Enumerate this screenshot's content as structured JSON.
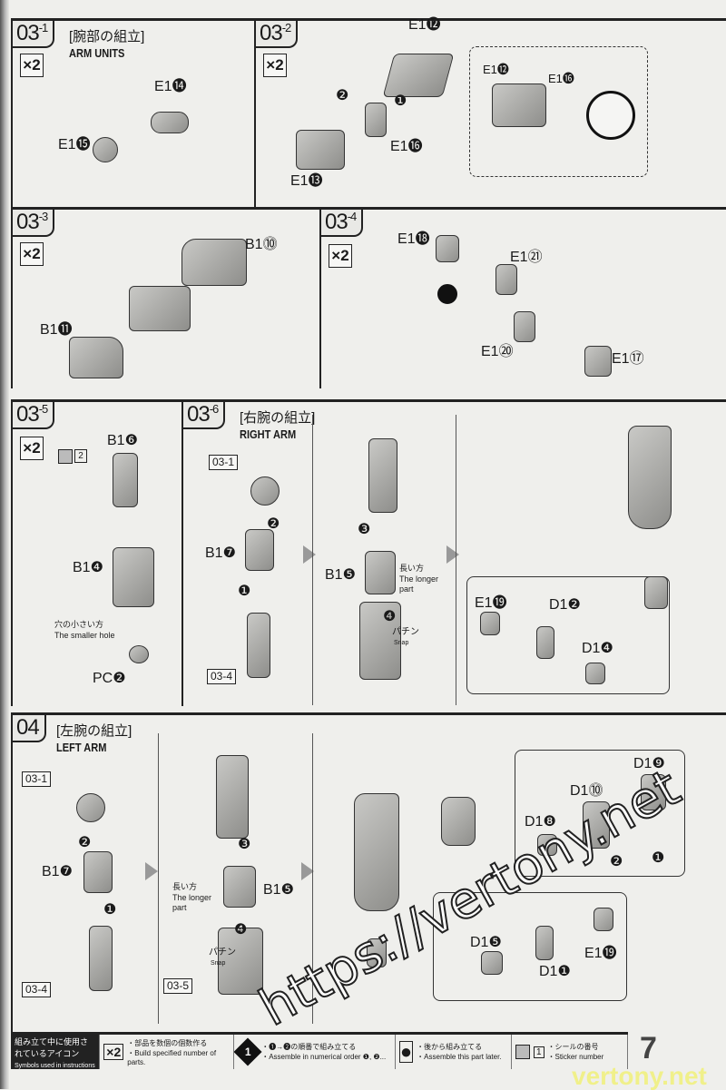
{
  "panels": {
    "p031": {
      "id": "03",
      "sub": "-1",
      "title_jp": "[腕部の組立]",
      "title_en": "ARM UNITS",
      "count": "×2",
      "labels": [
        "E1⓮",
        "E1⓯"
      ]
    },
    "p032": {
      "id": "03",
      "sub": "-2",
      "count": "×2",
      "labels": [
        "E1⓬",
        "E1⓭",
        "E1⓰",
        "❷",
        "❶"
      ],
      "inset": [
        "E1⓬",
        "E1⓰"
      ]
    },
    "p033": {
      "id": "03",
      "sub": "-3",
      "count": "×2",
      "labels": [
        "B1⓾",
        "B1⓫"
      ]
    },
    "p034": {
      "id": "03",
      "sub": "-4",
      "count": "×2",
      "labels": [
        "E1⓲",
        "E1㉑",
        "E1⑳",
        "E1⑰"
      ]
    },
    "p035": {
      "id": "03",
      "sub": "-5",
      "count": "×2",
      "labels": [
        "B1❻",
        "B1❹",
        "PC❷"
      ],
      "sticker": "2",
      "hole_jp": "穴の小さい方",
      "hole_en": "The smaller hole"
    },
    "p036": {
      "id": "03",
      "sub": "-6",
      "title_jp": "[右腕の組立]",
      "title_en": "RIGHT ARM",
      "refs": [
        "03-1",
        "03-4"
      ],
      "labels": [
        "B1❼",
        "❷",
        "❶",
        "❸",
        "B1❺",
        "❹"
      ],
      "longer_jp": "長い方",
      "longer_en": "The longer",
      "longer_en2": "part",
      "snap_jp": "パチン",
      "snap_en": "Snap",
      "inset": [
        "E1⓳",
        "D1❷",
        "D1❹"
      ]
    },
    "p04": {
      "id": "04",
      "title_jp": "[左腕の組立]",
      "title_en": "LEFT ARM",
      "refs": [
        "03-1",
        "03-4",
        "03-5"
      ],
      "labels": [
        "❷",
        "B1❼",
        "❶",
        "❸",
        "B1❺",
        "❹"
      ],
      "longer_jp": "長い方",
      "longer_en": "The longer",
      "longer_en2": "part",
      "snap_jp": "パチン",
      "snap_en": "Snap",
      "inset_top": [
        "D1❾",
        "D1⓾",
        "D1❽",
        "❶",
        "❷"
      ],
      "inset_bottom": [
        "E1⓳",
        "D1❺",
        "D1❶"
      ]
    }
  },
  "footer": {
    "legend_jp": "組み立て中に使用されているアイコン",
    "legend_en": "Symbols used in instructions",
    "items": [
      {
        "icon": "×2",
        "jp": "・部品を数個の個数作る",
        "en": "・Build specified number of parts."
      },
      {
        "icon": "1",
        "jp": "・❶→❷の順番で組み立てる",
        "en": "・Assemble in numerical order ❶, ❷..."
      },
      {
        "icon": "●",
        "jp": "・後から組み立てる",
        "en": "・Assemble this part later."
      },
      {
        "icon": "1",
        "jp": "・シールの番号",
        "en": "・Sticker number"
      }
    ]
  },
  "page_number": "7",
  "watermark": "https://vertony.net",
  "watermark2": "vertony.net"
}
